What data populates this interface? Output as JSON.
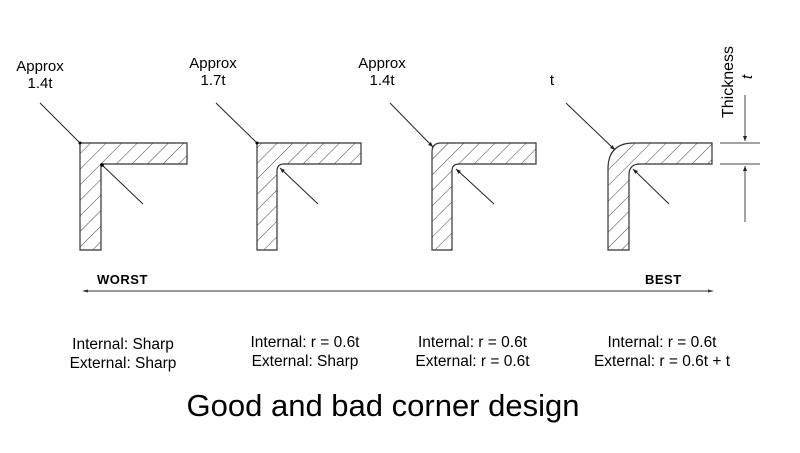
{
  "title": "Good and bad corner design",
  "scale": {
    "left_label": "WORST",
    "right_label": "BEST"
  },
  "dimension": {
    "label": "Thickness",
    "symbol": "t"
  },
  "corners": [
    {
      "callout_line1": "Approx",
      "callout_line2": "1.4t",
      "internal": "Internal: Sharp",
      "external": "External: Sharp"
    },
    {
      "callout_line1": "Approx",
      "callout_line2": "1.7t",
      "internal": "Internal: r = 0.6t",
      "external": "External: Sharp"
    },
    {
      "callout_line1": "Approx",
      "callout_line2": "1.4t",
      "internal": "Internal: r = 0.6t",
      "external": "External: r = 0.6t"
    },
    {
      "callout_line1": "",
      "callout_line2": "t",
      "internal": "Internal: r = 0.6t",
      "external": "External: r = 0.6t + t"
    }
  ],
  "colors": {
    "line": "#333333",
    "hatch": "#444444",
    "background": "#ffffff"
  }
}
